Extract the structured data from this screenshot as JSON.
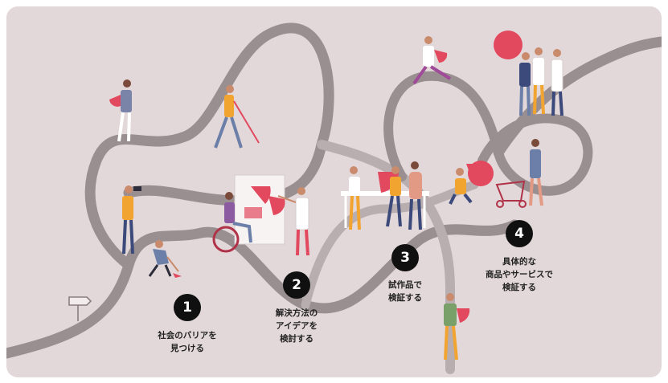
{
  "colors": {
    "background": "#e3d8d9",
    "path": "#9a8f90",
    "path_edge": "#b9aeaf",
    "accent": "#e2485e",
    "badge": "#101010"
  },
  "steps": [
    {
      "number": "1",
      "lines": [
        "社会のバリアを",
        "見つける"
      ]
    },
    {
      "number": "2",
      "lines": [
        "解決方法の",
        "アイデアを",
        "検討する"
      ]
    },
    {
      "number": "3",
      "lines": [
        "試作品で",
        "検証する"
      ]
    },
    {
      "number": "4",
      "lines": [
        "具体的な",
        "商品やサービスで",
        "検証する"
      ]
    }
  ],
  "icons": {
    "signpost": "signpost-icon",
    "person": "person-icon",
    "pie": "pie-chart-icon"
  }
}
